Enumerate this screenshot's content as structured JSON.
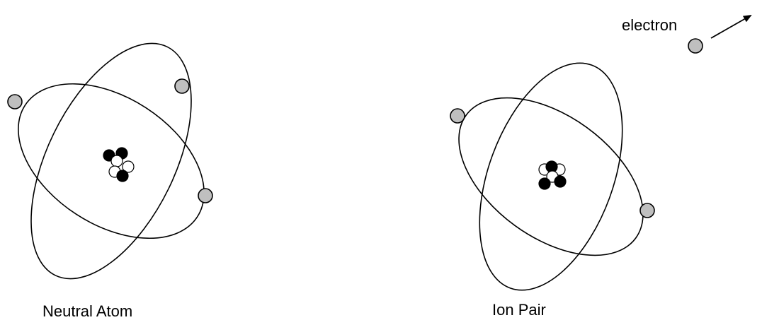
{
  "diagram": {
    "neutral_atom": {
      "label": "Neutral Atom",
      "electron_count": 3
    },
    "ion_pair": {
      "label": "Ion Pair",
      "electron_count": 2
    },
    "free_electron": {
      "label": "electron"
    }
  },
  "colors": {
    "electron": "#bfbfbf",
    "proton": "#000000",
    "neutron": "#ffffff",
    "stroke": "#000000"
  }
}
